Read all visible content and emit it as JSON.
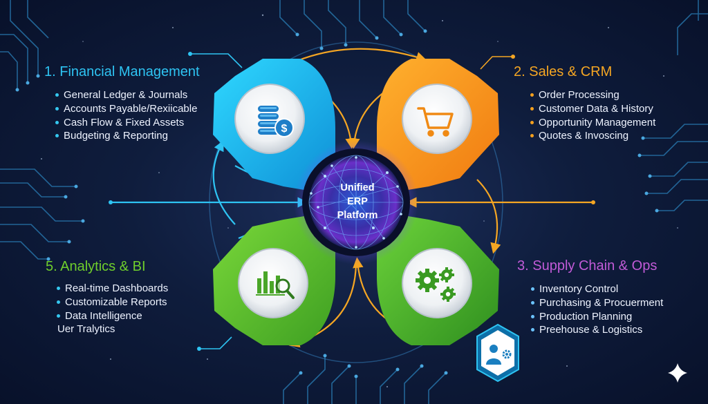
{
  "hub": {
    "lines": [
      "Unified",
      "ERP",
      "Platform"
    ]
  },
  "sections": {
    "financial": {
      "title": "1. Financial Management",
      "color": "#2ec4f3",
      "icon": "coins-dollar-icon",
      "items": [
        "General Ledger & Journals",
        "Accounts Payable/Rexiicable",
        "Cash Flow & Fixed Assets",
        "Budgeting & Reporting"
      ]
    },
    "sales": {
      "title": "2. Sales & CRM",
      "color": "#f5a623",
      "icon": "shopping-cart-icon",
      "items": [
        "Order Processing",
        "Customer Data & History",
        "Opportunity Management",
        "Quotes & Invoscing"
      ]
    },
    "supply": {
      "title": "3. Supply Chain & Ops",
      "color": "#c25bd8",
      "icon": "gears-icon",
      "items": [
        "Inventory Control",
        "Purchasing & Procuerment",
        "Production Planning",
        "Preehouse & Logistics"
      ]
    },
    "analytics": {
      "title": "5. Analytics & BI",
      "color": "#6fcf2c",
      "icon": "chart-magnifier-icon",
      "items": [
        "Real-time Dashboards",
        "Customizable Reports",
        "Data Intelligence"
      ],
      "extra": "Uer Tralytics"
    },
    "hr_badge": {
      "icon": "user-gear-icon"
    }
  },
  "colors": {
    "background": "#0b1530",
    "cyan": "#1cc6f1",
    "orange": "#f59c1c",
    "green": "#5fc230",
    "hub_purple": "#8a3fd6",
    "hub_blue": "#2a8cf0"
  }
}
